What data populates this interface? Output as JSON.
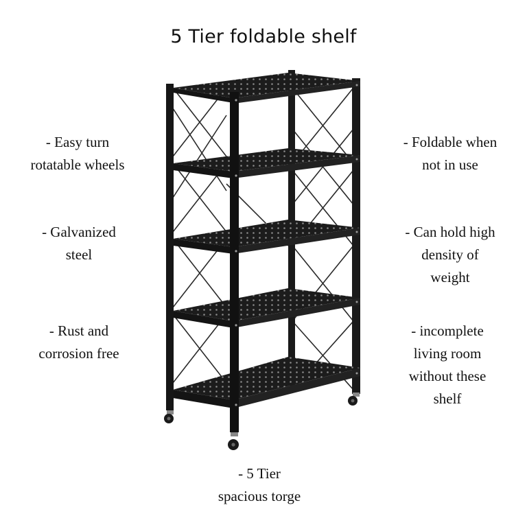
{
  "title": "5 Tier foldable shelf",
  "product": {
    "name": "5 tier foldable shelf",
    "color": "#1a1a1a",
    "tiers": 5
  },
  "features": {
    "left": [
      {
        "lines": [
          "- Easy turn",
          "rotatable wheels"
        ]
      },
      {
        "lines": [
          "- Galvanized",
          "steel"
        ]
      },
      {
        "lines": [
          "- Rust and",
          "corrosion free"
        ]
      }
    ],
    "right": [
      {
        "lines": [
          "- Foldable when",
          "not in use"
        ]
      },
      {
        "lines": [
          "- Can hold high",
          "density of",
          "weight"
        ]
      },
      {
        "lines": [
          "- incomplete",
          "living room",
          "without these",
          "shelf"
        ]
      }
    ],
    "bottom": {
      "lines": [
        "- 5 Tier",
        "spacious torge"
      ]
    }
  }
}
